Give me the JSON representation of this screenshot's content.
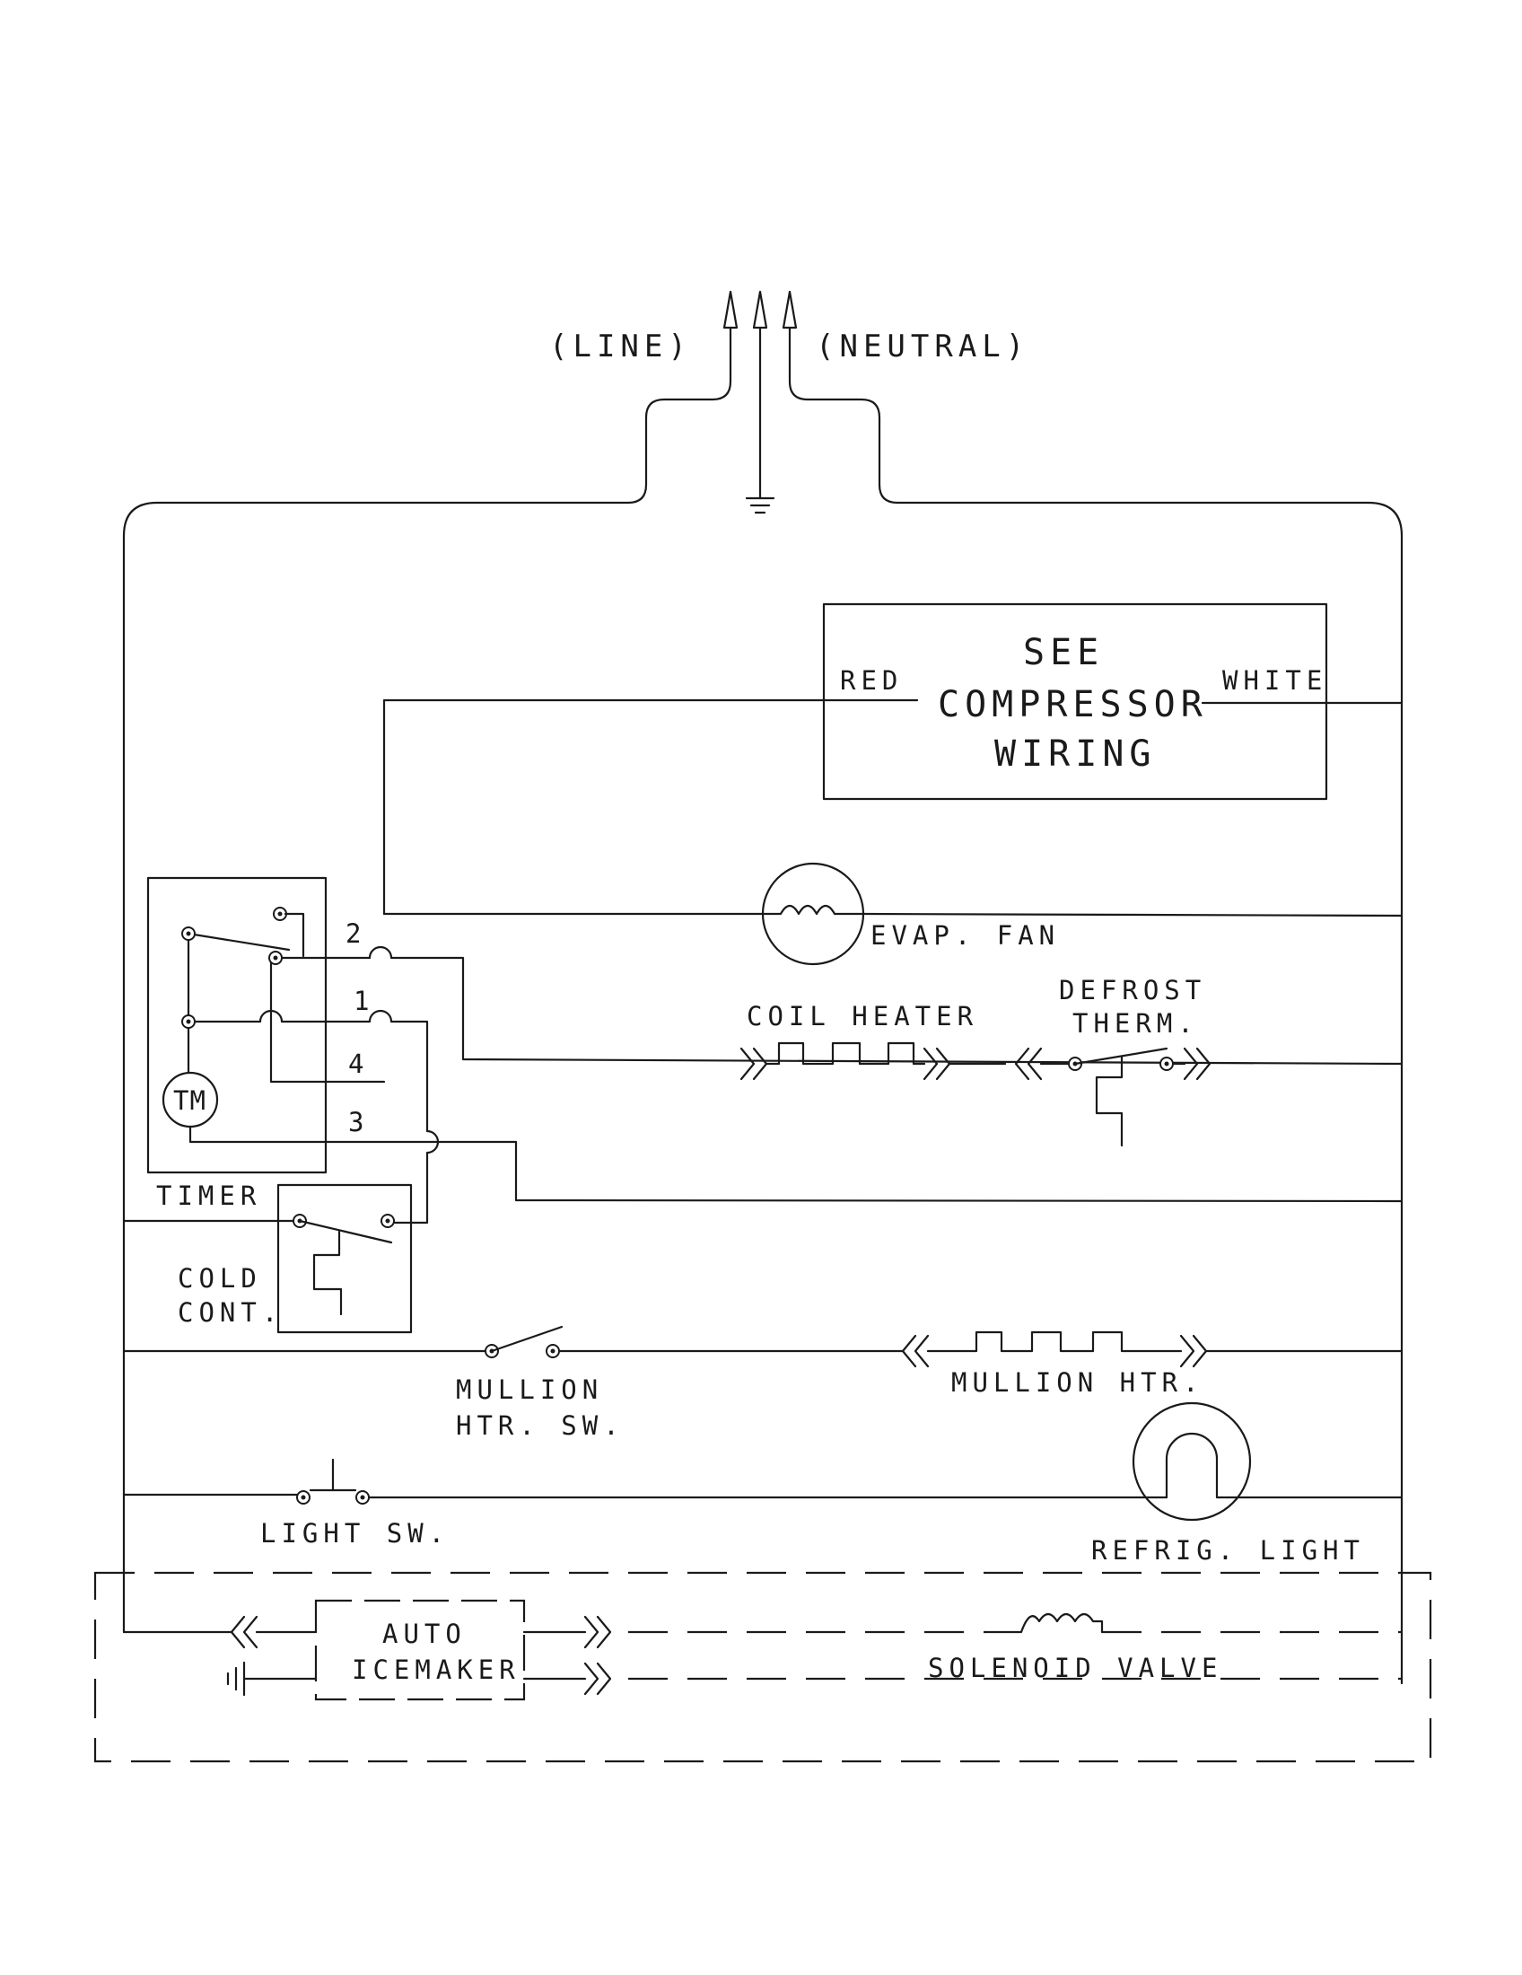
{
  "power": {
    "line": "(LINE)",
    "neutral": "(NEUTRAL)"
  },
  "compressor": {
    "line1": "SEE",
    "line2": "COMPRESSOR",
    "line3": "WIRING",
    "red": "RED",
    "white": "WHITE"
  },
  "evap_fan": "EVAP. FAN",
  "timer": {
    "label": "TIMER",
    "motor": "TM",
    "terminals": [
      "2",
      "1",
      "4",
      "3"
    ]
  },
  "coil_heater": "COIL HEATER",
  "defrost_therm": {
    "line1": "DEFROST",
    "line2": "THERM."
  },
  "cold_control": {
    "line1": "COLD",
    "line2": "CONT."
  },
  "mullion_switch": {
    "line1": "MULLION",
    "line2": "HTR. SW."
  },
  "mullion_heater": "MULLION HTR.",
  "light_switch": "LIGHT SW.",
  "refrig_light": "REFRIG. LIGHT",
  "icemaker": {
    "line1": "AUTO",
    "line2": "ICEMAKER"
  },
  "solenoid_valve": "SOLENOID VALVE"
}
